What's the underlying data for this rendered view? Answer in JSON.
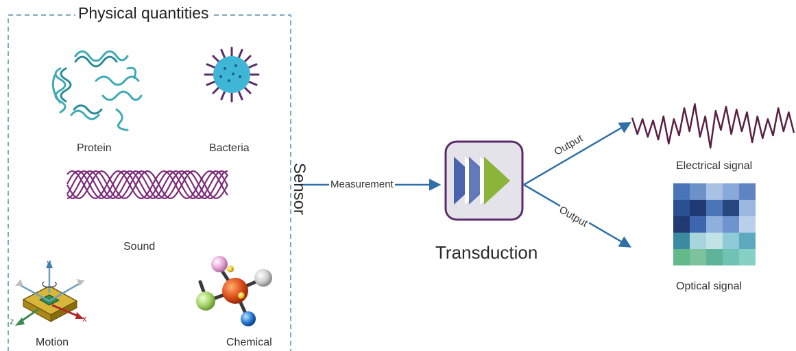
{
  "panel": {
    "title": "Physical quantities",
    "side_label": "Sensor"
  },
  "quantities": {
    "protein": "Protein",
    "bacteria": "Bacteria",
    "sound": "Sound",
    "motion": "Motion",
    "chemical": "Chemical"
  },
  "axes": {
    "x": "x",
    "y": "y",
    "z": "z"
  },
  "flow": {
    "measurement": "Measurement",
    "transduction": "Transduction",
    "output_top": "Output",
    "output_bottom": "Output"
  },
  "signals": {
    "electrical": "Electrical signal",
    "optical": "Optical signal",
    "optical_grid": [
      [
        "#4a74b8",
        "#6d91c9",
        "#a9c2e4",
        "#89a9db",
        "#5f84c4"
      ],
      [
        "#2a4f93",
        "#1f3a73",
        "#4a74b8",
        "#27457f",
        "#9cb8e0"
      ],
      [
        "#213b72",
        "#3e66ae",
        "#8fb0dd",
        "#6e93cf",
        "#b9d0ec"
      ],
      [
        "#3c8aa0",
        "#a8d4de",
        "#c3e2e6",
        "#8fcad8",
        "#5fa9bf"
      ],
      [
        "#62b98a",
        "#7cc39d",
        "#5fb39a",
        "#6fc2b6",
        "#86d0c4"
      ]
    ]
  },
  "colors": {
    "arrow": "#2f6fa8",
    "dashed_border": "#7fa9bd",
    "helix": "#3fa9b5",
    "wave": "#7a2a78",
    "bacteria_core": "#3fb6d6",
    "bacteria_spikes": "#5b2a6b",
    "transducer_blue": "#4a63ae",
    "transducer_green": "#8bb43a"
  }
}
